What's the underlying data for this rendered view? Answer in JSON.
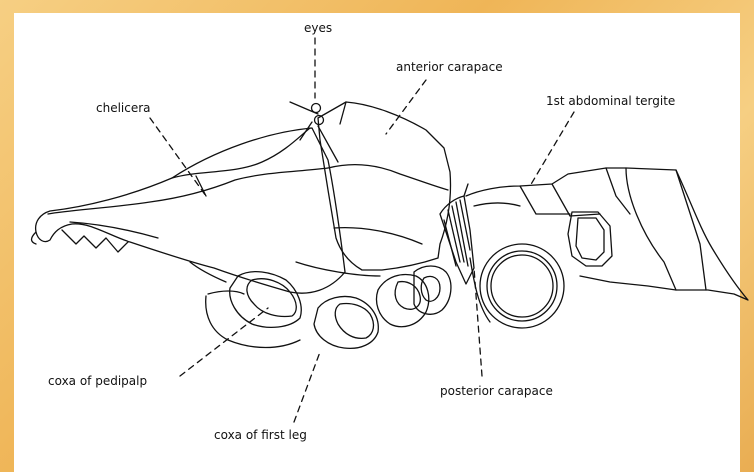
{
  "labels": {
    "eyes": "eyes",
    "anterior_carapace": "anterior carapace",
    "chelicera": "chelicera",
    "abdominal_tergite": "1st abdominal tergite",
    "coxa_pedipalp": "coxa of pedipalp",
    "posterior_carapace": "posterior carapace",
    "coxa_first_leg": "coxa of first leg"
  }
}
